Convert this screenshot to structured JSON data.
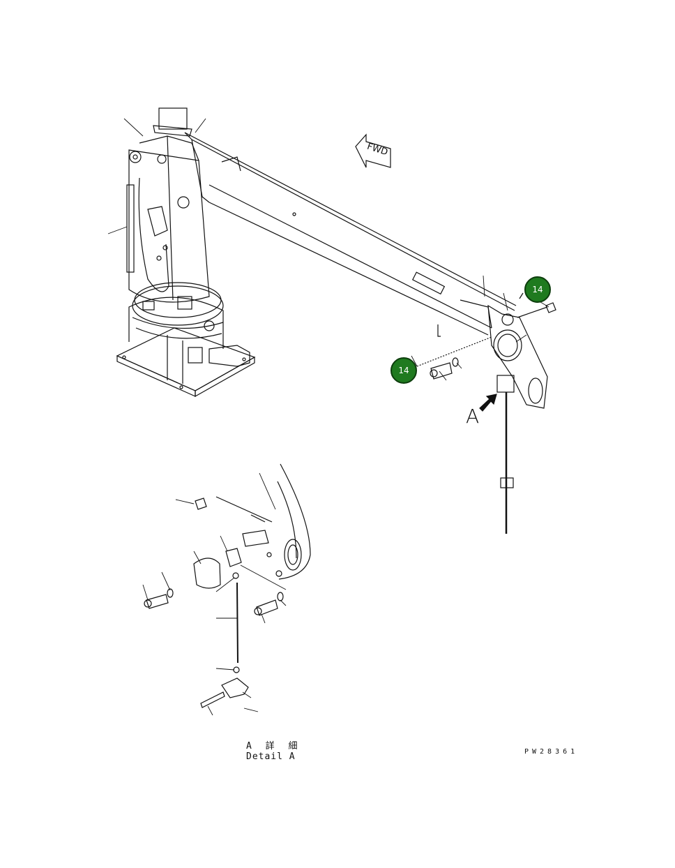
{
  "callouts": [
    {
      "id": "callout-upper",
      "text": "14"
    },
    {
      "id": "callout-lower",
      "text": "14"
    }
  ],
  "labels": {
    "fwd": "FWD",
    "view_letter": "A",
    "detail_jp": "A 詳 細",
    "detail_en": "Detail A",
    "drawing_number": "PW28361"
  },
  "colors": {
    "callout_fill": "#1f7a1f",
    "line": "#111111"
  }
}
